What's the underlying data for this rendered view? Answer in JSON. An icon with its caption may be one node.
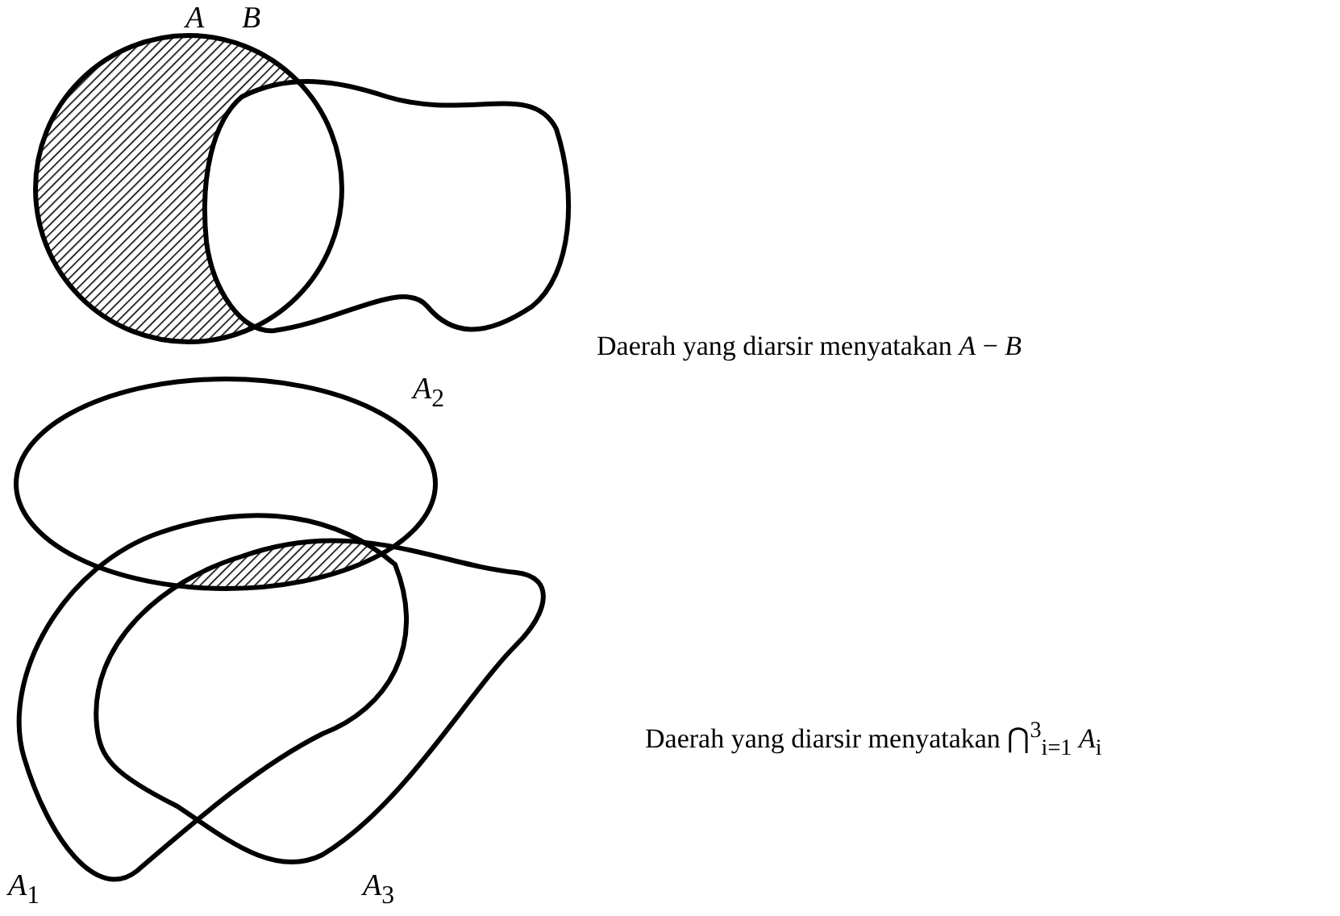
{
  "diagram": {
    "nodes": [
      {
        "text": [
          "*A*"
        ]
      },
      {
        "text": [
          "*B*"
        ]
      },
      {
        "text": [
          "*A*$_{2}$"
        ]
      },
      {
        "text": [
          "*A*$_{1}$"
        ]
      },
      {
        "text": [
          "*A*$_{3}$"
        ]
      }
    ],
    "labels": [
      "Daerah yang diarsir menyatakan *A* − *B*",
      "Daerah yang diarsir menyatakan ⋂$^{3}$$_{i=1}$ *A*$_{i}$"
    ]
  }
}
